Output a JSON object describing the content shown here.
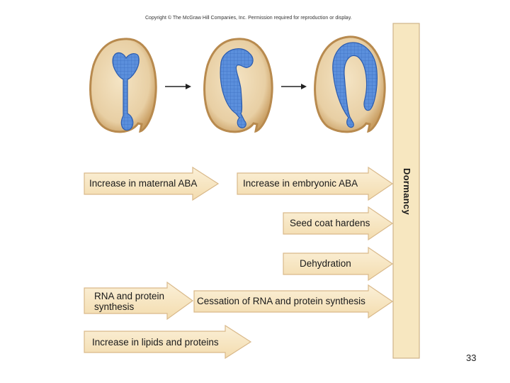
{
  "copyright": "Copyright © The McGraw Hill Companies, Inc. Permission required for reproduction or display.",
  "page_number": "33",
  "dormancy_label": "Dormancy",
  "arrows": {
    "maternal_aba": "Increase in maternal ABA",
    "embryonic_aba": "Increase in embryonic ABA",
    "seed_coat": "Seed coat hardens",
    "dehydration": "Dehydration",
    "rna_protein_line1": "RNA and protein",
    "rna_protein_line2": "synthesis",
    "cessation": "Cessation of RNA and protein synthesis",
    "lipids_proteins": "Increase in lipids and proteins"
  },
  "colors": {
    "arrow_fill": "#f9e9c6",
    "arrow_stroke": "#d9b98a",
    "dormancy_bar": "#f7e7c0",
    "seed_coat": "#c79a5b",
    "seed_inner": "#ecd6b0",
    "embryo": "#4f86d8"
  }
}
